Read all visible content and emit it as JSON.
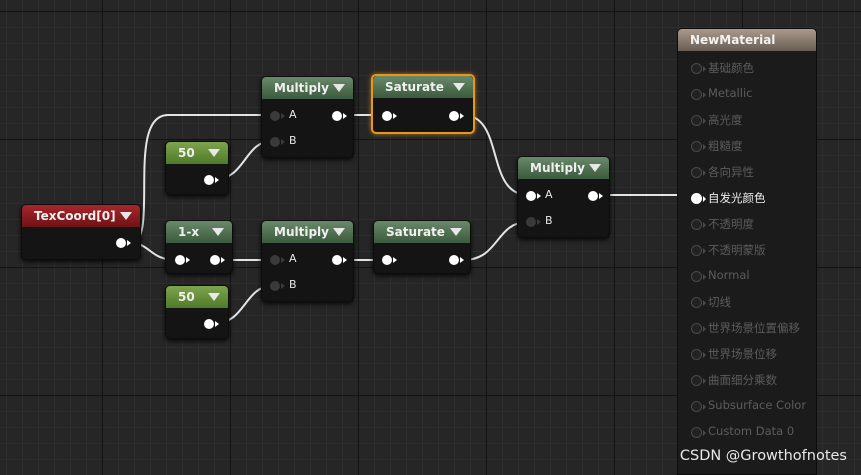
{
  "nodes": {
    "texcoord": {
      "title": "TexCoord[0]"
    },
    "multiply_top": {
      "title": "Multiply",
      "pin_a": "A",
      "pin_b": "B"
    },
    "saturate_top": {
      "title": "Saturate"
    },
    "const_top": {
      "title": "50"
    },
    "one_minus": {
      "title": "1-x"
    },
    "multiply_bottom": {
      "title": "Multiply",
      "pin_a": "A",
      "pin_b": "B"
    },
    "saturate_bottom": {
      "title": "Saturate"
    },
    "const_bottom": {
      "title": "50"
    },
    "multiply_final": {
      "title": "Multiply",
      "pin_a": "A",
      "pin_b": "B"
    }
  },
  "material": {
    "title": "NewMaterial",
    "inputs": [
      {
        "label": "基础颜色",
        "connected": false
      },
      {
        "label": "Metallic",
        "connected": false
      },
      {
        "label": "高光度",
        "connected": false
      },
      {
        "label": "粗糙度",
        "connected": false
      },
      {
        "label": "各向异性",
        "connected": false
      },
      {
        "label": "自发光颜色",
        "connected": true
      },
      {
        "label": "不透明度",
        "connected": false
      },
      {
        "label": "不透明蒙版",
        "connected": false
      },
      {
        "label": "Normal",
        "connected": false
      },
      {
        "label": "切线",
        "connected": false
      },
      {
        "label": "世界场景位置偏移",
        "connected": false
      },
      {
        "label": "世界场景位移",
        "connected": false
      },
      {
        "label": "曲面细分乘数",
        "connected": false
      },
      {
        "label": "Subsurface Color",
        "connected": false
      },
      {
        "label": "Custom Data 0",
        "connected": false
      }
    ]
  },
  "watermark": "CSDN @Growthofnotes",
  "colors": {
    "selection": "#e8961c",
    "math_header": "#5a7d5c",
    "constant_header": "#6b9540",
    "texcoord_header": "#9a2226",
    "material_header": "#9a8b7d"
  }
}
